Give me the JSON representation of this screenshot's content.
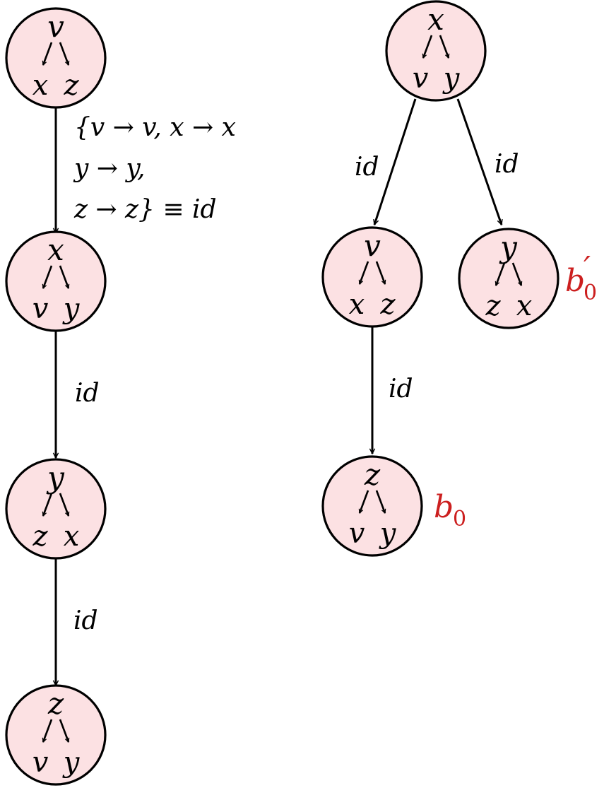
{
  "mapping": {
    "line1": "{v → v,  x → x",
    "line2": "y → y,",
    "line3": "z  → z} ≡  id"
  },
  "edge_label": "id",
  "nodes": {
    "l1": {
      "top": "v",
      "left": "x",
      "right": "z"
    },
    "l2": {
      "top": "x",
      "left": "v",
      "right": "y"
    },
    "l3": {
      "top": "y",
      "left": "z",
      "right": "x"
    },
    "l4": {
      "top": "z",
      "left": "v",
      "right": "y"
    },
    "r1": {
      "top": "x",
      "left": "v",
      "right": "y"
    },
    "r2": {
      "top": "v",
      "left": "x",
      "right": "z"
    },
    "r3": {
      "top": "y",
      "left": "z",
      "right": "x"
    },
    "r4": {
      "top": "z",
      "left": "v",
      "right": "y"
    }
  },
  "tags": {
    "b0": {
      "base": "b",
      "sub": "0",
      "prime": ""
    },
    "b0prime": {
      "base": "b",
      "sub": "0",
      "prime": "′"
    }
  },
  "colors": {
    "node_fill": "#fce1e3",
    "tag": "#cc1f1f"
  }
}
